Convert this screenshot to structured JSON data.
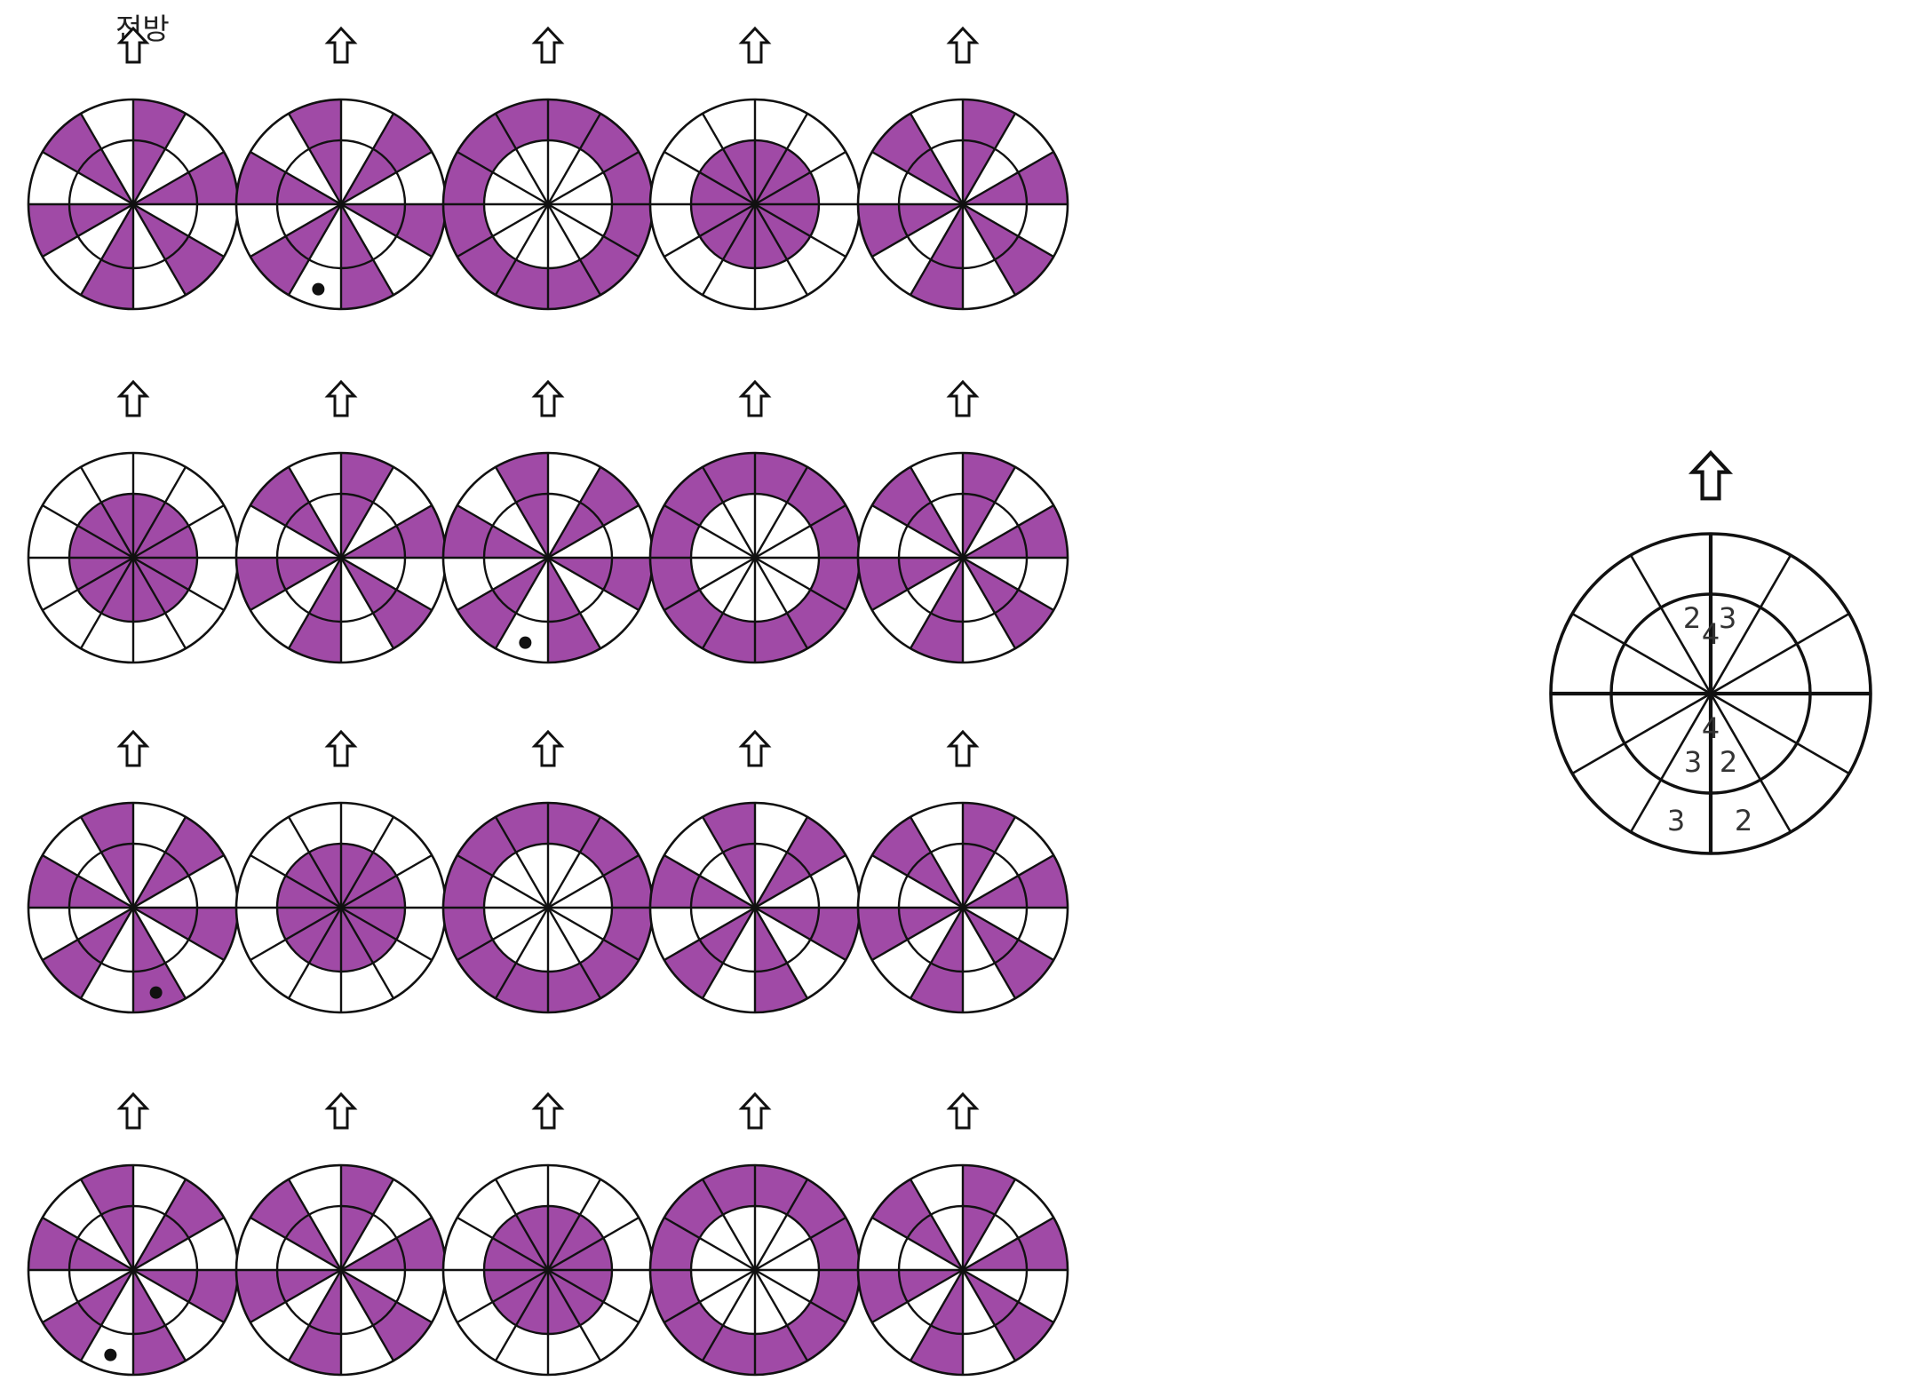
{
  "front_label": "전방",
  "colors": {
    "fill": "#a04aa6",
    "empty": "#ffffff",
    "line": "#111111"
  },
  "pattern_legend": {
    "A": "alternating sectors (bands), starting right of forward",
    "B": "alternating sectors, starting left of forward",
    "R": "outer ring filled",
    "C": "inner disc filled"
  },
  "wheels": [
    {
      "name": "wheel-r1-c1",
      "pattern": "A",
      "dot": null
    },
    {
      "name": "wheel-r1-c2",
      "pattern": "B",
      "dot": 7
    },
    {
      "name": "wheel-r1-c3",
      "pattern": "R",
      "dot": null
    },
    {
      "name": "wheel-r1-c4",
      "pattern": "C",
      "dot": null
    },
    {
      "name": "wheel-r1-c5",
      "pattern": "A",
      "dot": null
    },
    {
      "name": "wheel-r2-c1",
      "pattern": "C",
      "dot": null
    },
    {
      "name": "wheel-r2-c2",
      "pattern": "A",
      "dot": null
    },
    {
      "name": "wheel-r2-c3",
      "pattern": "B",
      "dot": 7
    },
    {
      "name": "wheel-r2-c4",
      "pattern": "R",
      "dot": null
    },
    {
      "name": "wheel-r2-c5",
      "pattern": "A",
      "dot": null
    },
    {
      "name": "wheel-r3-c1",
      "pattern": "B",
      "dot": 6
    },
    {
      "name": "wheel-r3-c2",
      "pattern": "C",
      "dot": null
    },
    {
      "name": "wheel-r3-c3",
      "pattern": "R",
      "dot": null
    },
    {
      "name": "wheel-r3-c4",
      "pattern": "B",
      "dot": null
    },
    {
      "name": "wheel-r3-c5",
      "pattern": "A",
      "dot": null
    },
    {
      "name": "wheel-r4-c1",
      "pattern": "B",
      "dot": 7
    },
    {
      "name": "wheel-r4-c2",
      "pattern": "A",
      "dot": null
    },
    {
      "name": "wheel-r4-c3",
      "pattern": "C",
      "dot": null
    },
    {
      "name": "wheel-r4-c4",
      "pattern": "R",
      "dot": null
    },
    {
      "name": "wheel-r4-c5",
      "pattern": "A",
      "dot": null
    }
  ],
  "reference": {
    "labels": [
      {
        "text": "2",
        "name": "ref-label-inner-upper-left"
      },
      {
        "text": "3",
        "name": "ref-label-inner-upper-right"
      },
      {
        "text": "4",
        "name": "ref-label-center-upper"
      },
      {
        "text": "4",
        "name": "ref-label-center-lower"
      },
      {
        "text": "3",
        "name": "ref-label-inner-lower-left"
      },
      {
        "text": "2",
        "name": "ref-label-inner-lower-right"
      },
      {
        "text": "3",
        "name": "ref-label-outer-lower-left"
      },
      {
        "text": "2",
        "name": "ref-label-outer-lower-right"
      }
    ]
  }
}
